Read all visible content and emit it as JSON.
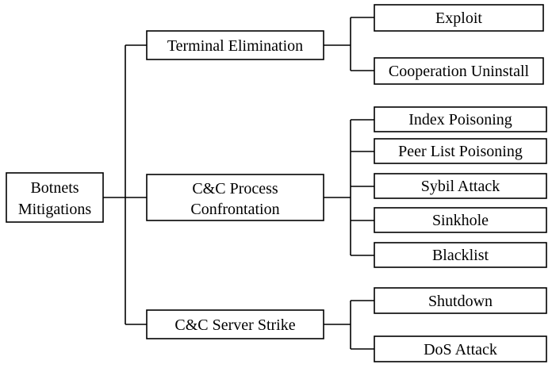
{
  "root": {
    "lines": [
      "Botnets",
      "Mitigations"
    ]
  },
  "categories": [
    {
      "lines": [
        "Terminal Elimination"
      ],
      "children": [
        "Exploit",
        "Cooperation Uninstall"
      ]
    },
    {
      "lines": [
        "C&C Process",
        "Confrontation"
      ],
      "children": [
        "Index Poisoning",
        "Peer List Poisoning",
        "Sybil Attack",
        "Sinkhole",
        "Blacklist"
      ]
    },
    {
      "lines": [
        "C&C Server Strike"
      ],
      "children": [
        "Shutdown",
        "DoS Attack"
      ]
    }
  ],
  "colors": {
    "stroke": "#000000",
    "background": "#ffffff"
  }
}
